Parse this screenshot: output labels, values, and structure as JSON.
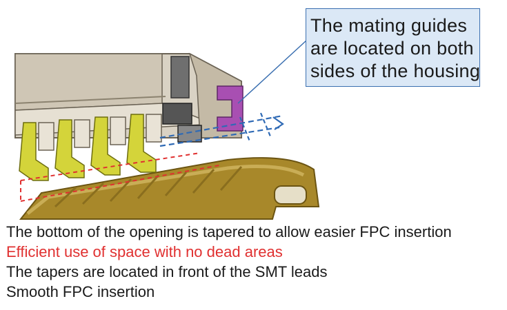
{
  "callout": {
    "lines": [
      "The mating guides",
      "are located on both",
      "sides of the housing"
    ]
  },
  "notes": [
    {
      "text": "The bottom of the opening is tapered to allow easier FPC insertion",
      "color": "#1a1a1a"
    },
    {
      "text": "Efficient use of space with no dead areas",
      "color": "#e03030"
    },
    {
      "text": "The tapers are located in front of the SMT leads",
      "color": "#1a1a1a"
    },
    {
      "text": "Smooth FPC insertion",
      "color": "#1a1a1a"
    }
  ],
  "colors": {
    "housing": "#d9d2c4",
    "housing_shadow": "#a39a88",
    "leads": "#d4d43a",
    "fpc": "#a8882a",
    "fpc_trace": "#8a6e1e",
    "guide": "#a84fb2",
    "actuator": "#777777",
    "callout_border": "#3a6fb0",
    "callout_fill": "#dbe8f6",
    "taper_outline": "#2f6ab5",
    "dashed_red": "#e03030"
  }
}
